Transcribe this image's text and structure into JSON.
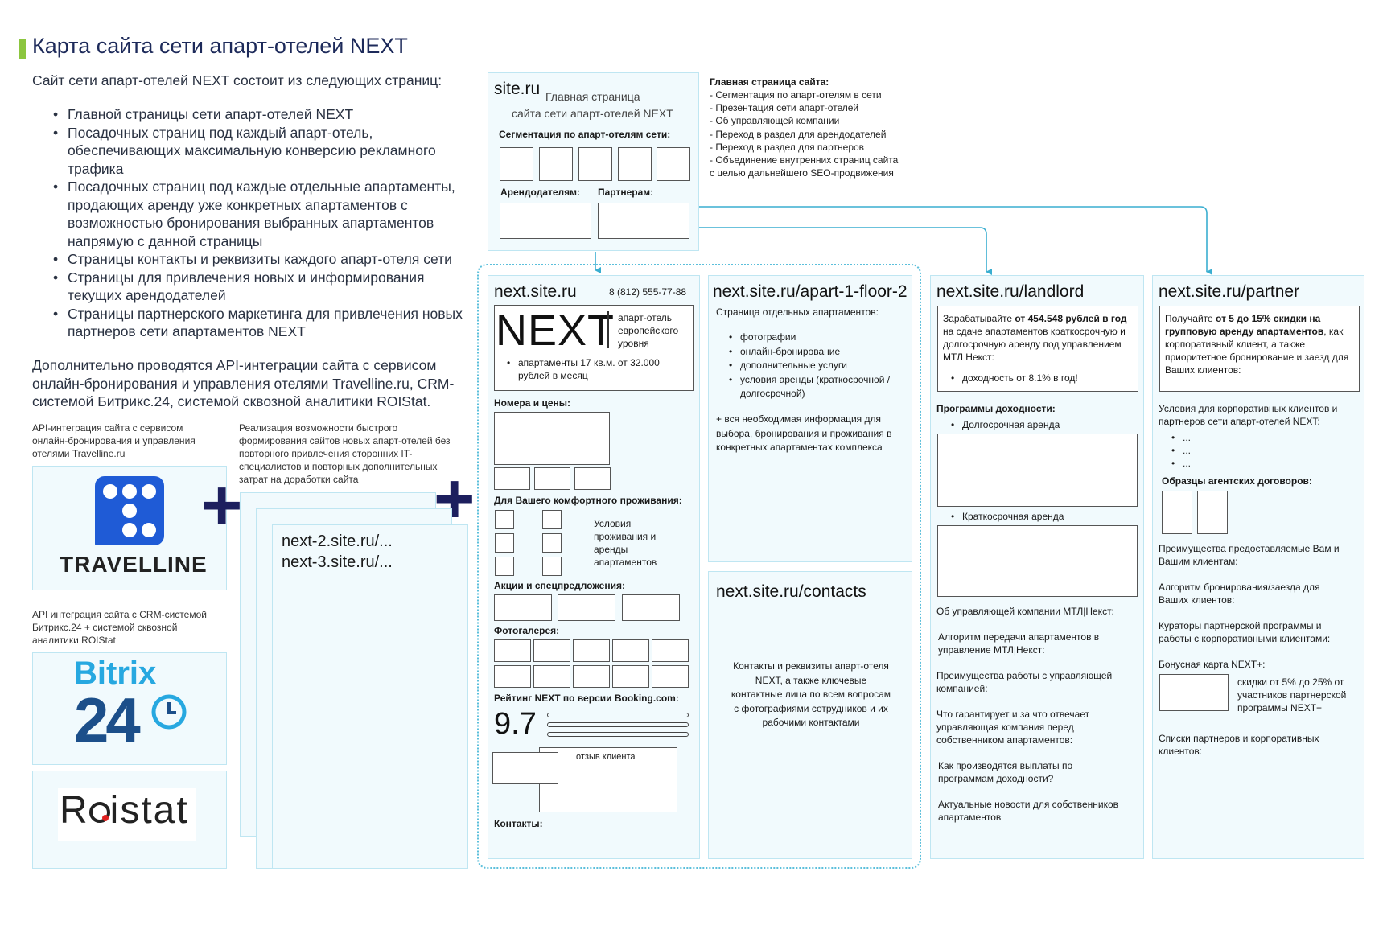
{
  "title": "Карта сайта сети апарт-отелей NEXT",
  "intro": "Сайт сети апарт-отелей NEXT состоит из следующих страниц:",
  "intro_list": [
    "Главной страницы сети апарт-отелей NEXT",
    "Посадочных страниц под каждый апарт-отель, обеспечивающих максимальную конверсию рекламного трафика",
    "Посадочных страниц под каждые отдельные апартаменты, продающих аренду уже конкретных апартаментов с возможностью бронирования выбранных апартаментов напрямую с данной страницы",
    "Страницы контакты и реквизиты каждого апарт-отеля сети",
    "Страницы для привлечения новых и информирования текущих арендодателей",
    "Страницы партнерского маркетинга для привлечения новых партнеров сети апартаментов NEXT"
  ],
  "api_text": "Дополнительно проводятся API-интеграции сайта с сервисом онлайн-бронирования и управления отелями Travelline.ru, CRM-системой Битрикс.24, системой сквозной аналитики ROIStat.",
  "travelline_note": "API-интеграция сайта с сервисом онлайн-бронирования и управления отелями Travelline.ru",
  "travelline_logo": "TRAVELLINE",
  "fast_sites_note": "Реализация возможности быстрого формирования сайтов новых апарт-отелей без повторного привлечения сторонних IT-специалистов и повторных дополнительных затрат на доработки сайта",
  "bitrix_note": "API интеграция сайта с CRM-системой Битрикс.24 + системой сквозной аналитики ROIStat",
  "bitrix_logo_word": "Bitrix",
  "bitrix_logo_num": "24",
  "roistat_logo_a": "R",
  "roistat_logo_b": "istat",
  "plus": "+",
  "subsites": [
    "next-2.site.ru/...",
    "next-3.site.ru/..."
  ],
  "main": {
    "url": "site.ru",
    "subtitle_1": "Главная страница",
    "subtitle_2": "сайта сети апарт-отелей NEXT",
    "segmentation": "Сегментация по апарт-отелям сети:",
    "landlords": "Арендодателям:",
    "partners": "Партнерам:",
    "desc_title": "Главная страница сайта:",
    "desc_lines": [
      "- Сегментация по апарт-отелям в сети",
      "- Презентация сети апарт-отелей",
      "- Об управляющей компании",
      "- Переход в раздел для арендодателей",
      "- Переход в раздел для партнеров",
      "- Объединение внутренних страниц сайта",
      "с целью дальнейшего SEO-продвижения"
    ]
  },
  "hotel": {
    "url": "next.site.ru",
    "phone": "8 (812) 555-77-88",
    "logo": "NEXT",
    "tagline": "апарт-отель европейского уровня",
    "promo": "апартаменты 17 кв.м. от 32.000 рублей в месяц",
    "rooms": "Номера и цены:",
    "comfort": "Для Вашего комфортного проживания:",
    "conditions": "Условия проживания и аренды апартаментов",
    "offers": "Акции и спецпредложения:",
    "gallery": "Фотогалерея:",
    "rating": "Рейтинг NEXT по версии Booking.com:",
    "rating_value": "9.7",
    "review": "отзыв клиента",
    "contacts": "Контакты:"
  },
  "apart": {
    "url": "next.site.ru/apart-1-floor-2",
    "desc": "Страница отдельных апартаментов:",
    "items": [
      "фотографии",
      "онлайн-бронирование",
      "дополнительные услуги",
      "условия аренды (краткосрочной / долгосрочной)"
    ],
    "extra": "+ вся необходимая информация для выбора, бронирования и проживания в конкретных апартаментах комплекса"
  },
  "contacts": {
    "url": "next.site.ru/contacts",
    "text": "Контакты и реквизиты апарт-отеля NEXT, а также ключевые контактные лица по всем вопросам с фотографиями сотрудников и их рабочими контактами"
  },
  "landlord": {
    "url": "next.site.ru/landlord",
    "box_pre": "Зарабатывайте ",
    "box_bold": "от 454.548 рублей в год",
    "box_post": " на сдаче апартаментов краткосрочную и долгосрочную аренду под управлением МТЛ Некст:",
    "box_item": "доходность от 8.1% в год!",
    "programs": "Программы доходности:",
    "long": "Долгосрочная аренда",
    "short": "Краткосрочная аренда",
    "texts": [
      "Об управляющей компании МТЛ|Некст:",
      "Алгоритм передачи апартаментов в управление МТЛ|Некст:",
      "Преимущества работы с управляющей компанией:",
      "Что гарантирует и за что отвечает управляющая компания перед собственником апартаментов:",
      "Как производятся выплаты по программам доходности?",
      "Актуальные новости для собственников апартаментов"
    ]
  },
  "partner": {
    "url": "next.site.ru/partner",
    "box_pre": "Получайте ",
    "box_bold": "от 5 до 15% скидки на групповую аренду апартаментов",
    "box_post": ", как корпоративный клиент, а также приоритетное бронирование и заезд для Ваших клиентов:",
    "conditions": "Условия для корпоративных клиентов и партнеров сети апарт-отелей NEXT:",
    "dots": [
      "...",
      "...",
      "..."
    ],
    "samples": "Образцы агентских договоров:",
    "advantages": "Преимущества предоставляемые Вам и Вашим клиентам:",
    "algorithm": "Алгоритм бронирования/заезда для Ваших клиентов:",
    "curators": "Кураторы партнерской программы и работы с корпоративными клиентами:",
    "bonus": "Бонусная карта NEXT+:",
    "bonus_text": "скидки от 5% до 25% от участников партнерской программы NEXT+",
    "lists": "Списки партнеров и корпоративных клиентов:"
  },
  "colors": {
    "accent_green": "#8cc63f",
    "arrow": "#3aaed0",
    "travelline_blue": "#1f5bd6",
    "bitrix_blue": "#27a8e0",
    "bitrix_dark": "#1c4f8a",
    "plus_navy": "#1d1f5e"
  }
}
